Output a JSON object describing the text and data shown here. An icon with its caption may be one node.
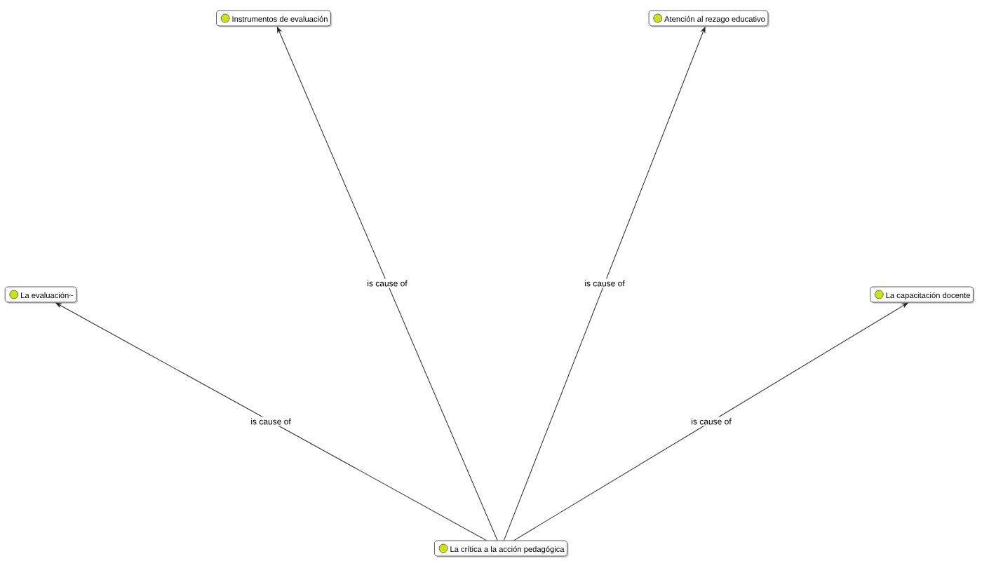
{
  "diagram": {
    "nodes": [
      {
        "text": [
          "La crítica a la acción pedagógica"
        ]
      },
      {
        "text": [
          "Instrumentos de evaluación"
        ]
      },
      {
        "text": [
          "Atención al rezago educativo"
        ]
      },
      {
        "text": [
          "La evaluación~"
        ]
      },
      {
        "text": [
          "La capacitación docente"
        ]
      }
    ],
    "edges": [
      {
        "from": 0,
        "to": 1,
        "arrow": "to",
        "label": "is cause of"
      },
      {
        "from": 0,
        "to": 2,
        "arrow": "to",
        "label": "is cause of"
      },
      {
        "from": 0,
        "to": 3,
        "arrow": "to",
        "label": "is cause of"
      },
      {
        "from": 0,
        "to": 4,
        "arrow": "to",
        "label": "is cause of"
      }
    ]
  }
}
